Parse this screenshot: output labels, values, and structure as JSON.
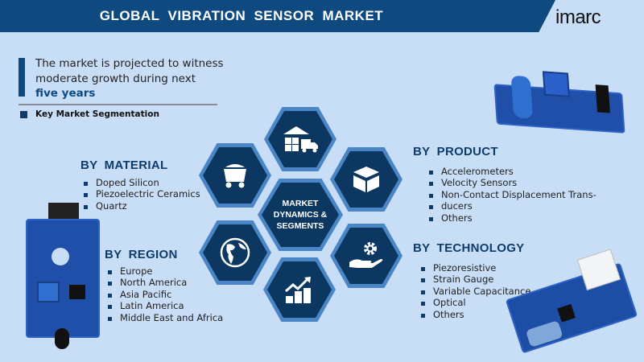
{
  "header": {
    "title": "GLOBAL VIBRATION SENSOR MARKET",
    "logo": "imarc"
  },
  "intro": {
    "line1": "The market is projected to witness moderate growth during next",
    "highlight": "five years"
  },
  "key_segmentation_label": "Key Market Segmentation",
  "center_hex": {
    "line1": "MARKET",
    "line2": "DYNAMICS &",
    "line3": "SEGMENTS"
  },
  "segments": {
    "material": {
      "heading": "BY MATERIAL",
      "items": [
        "Doped Silicon",
        "Piezoelectric Ceramics",
        "Quartz"
      ]
    },
    "region": {
      "heading": "BY REGION",
      "items": [
        "Europe",
        "North America",
        "Asia Pacific",
        "Latin America",
        "Middle East and Africa"
      ]
    },
    "product": {
      "heading": "BY PRODUCT",
      "items": [
        "Accelerometers",
        "Velocity Sensors",
        "Non-Contact Displacement Trans-",
        "ducers",
        "Others"
      ]
    },
    "technology": {
      "heading": "BY TECHNOLOGY",
      "items": [
        "Piezoresistive",
        "Strain Gauge",
        "Variable Capacitance",
        "Optical",
        "Others"
      ]
    }
  },
  "colors": {
    "header": "#0e4a7f",
    "background": "#c8ddf6",
    "hex_fill": "#0c3761",
    "hex_border": "#4a86c6"
  }
}
